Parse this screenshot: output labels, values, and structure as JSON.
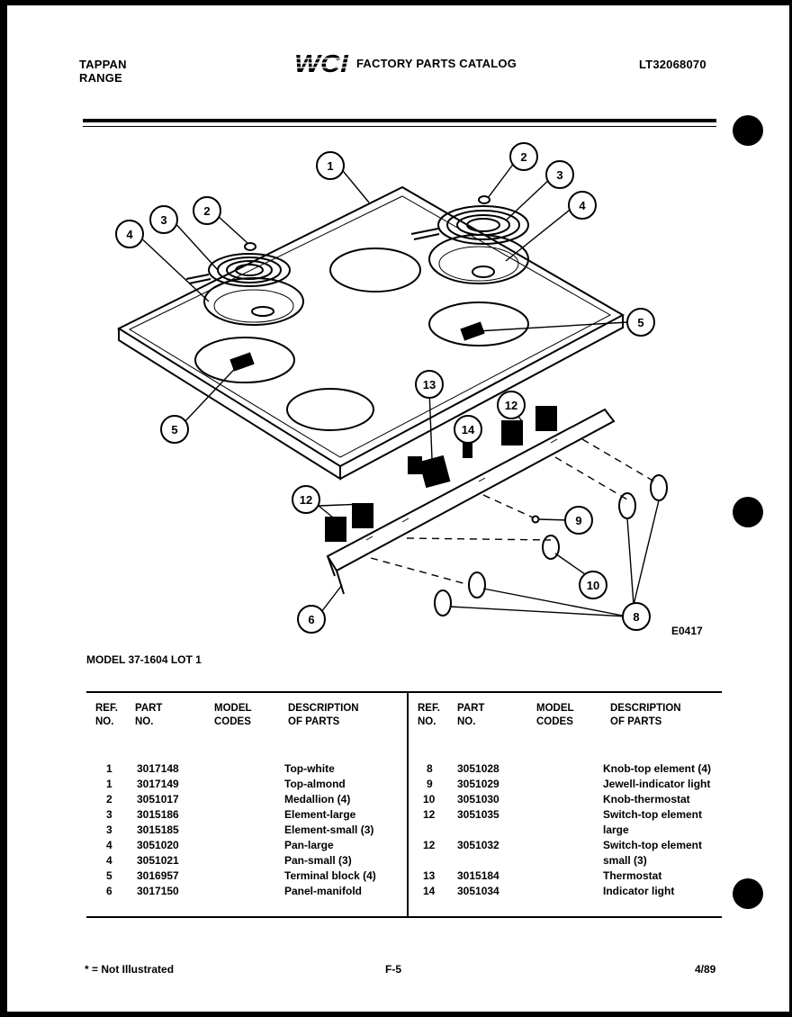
{
  "header": {
    "brand_line1": "TAPPAN",
    "brand_line2": "RANGE",
    "logo_text": "WCI",
    "catalog_title": "FACTORY PARTS CATALOG",
    "catalog_code": "LT32068070"
  },
  "diagram": {
    "callouts": [
      "1",
      "2",
      "2",
      "3",
      "3",
      "4",
      "4",
      "5",
      "5",
      "6",
      "8",
      "9",
      "10",
      "12",
      "12",
      "13",
      "14"
    ],
    "code": "E0417"
  },
  "model_line": "MODEL 37-1604 LOT 1",
  "table": {
    "headers": {
      "ref_no": "REF.\nNO.",
      "part_no": "PART\nNO.",
      "model_codes": "MODEL\nCODES",
      "description": "DESCRIPTION\nOF PARTS"
    },
    "left_rows": [
      {
        "ref": "1",
        "part": "3017148",
        "desc": "Top-white"
      },
      {
        "ref": "1",
        "part": "3017149",
        "desc": "Top-almond"
      },
      {
        "ref": "2",
        "part": "3051017",
        "desc": "Medallion (4)"
      },
      {
        "ref": "3",
        "part": "3015186",
        "desc": "Element-large"
      },
      {
        "ref": "3",
        "part": "3015185",
        "desc": "Element-small (3)"
      },
      {
        "ref": "4",
        "part": "3051020",
        "desc": "Pan-large"
      },
      {
        "ref": "4",
        "part": "3051021",
        "desc": "Pan-small (3)"
      },
      {
        "ref": "5",
        "part": "3016957",
        "desc": "Terminal block (4)"
      },
      {
        "ref": "6",
        "part": "3017150",
        "desc": "Panel-manifold"
      }
    ],
    "right_rows": [
      {
        "ref": "8",
        "part": "3051028",
        "desc": "Knob-top element (4)"
      },
      {
        "ref": "9",
        "part": "3051029",
        "desc": "Jewell-indicator light"
      },
      {
        "ref": "10",
        "part": "3051030",
        "desc": "Knob-thermostat"
      },
      {
        "ref": "12",
        "part": "3051035",
        "desc": "Switch-top element large"
      },
      {
        "ref": "12",
        "part": "3051032",
        "desc": "Switch-top element small (3)"
      },
      {
        "ref": "13",
        "part": "3015184",
        "desc": "Thermostat"
      },
      {
        "ref": "14",
        "part": "3051034",
        "desc": "Indicator light"
      }
    ]
  },
  "footer": {
    "note": "* = Not Illustrated",
    "page": "F-5",
    "date": "4/89"
  }
}
